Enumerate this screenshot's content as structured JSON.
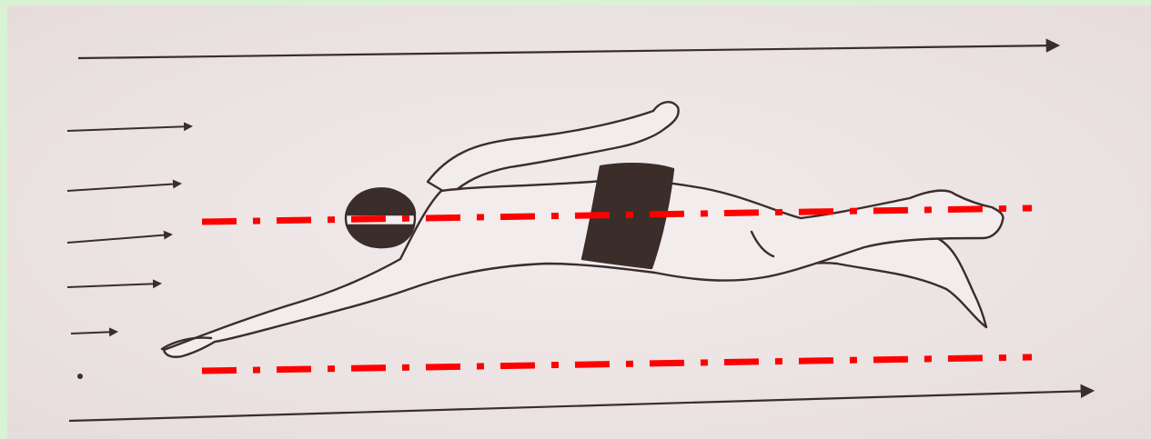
{
  "scene": {
    "subject": "swimmer-icon",
    "arrow_direction": "right",
    "flow_arrow_count": 5,
    "body_line_count": 2
  },
  "colors": {
    "page_bg": "#d9f2d4",
    "paper": "#efe5e5",
    "ink": "#3a2d2b",
    "suit": "#3b2e2a",
    "reference_line": "#ff0000"
  }
}
